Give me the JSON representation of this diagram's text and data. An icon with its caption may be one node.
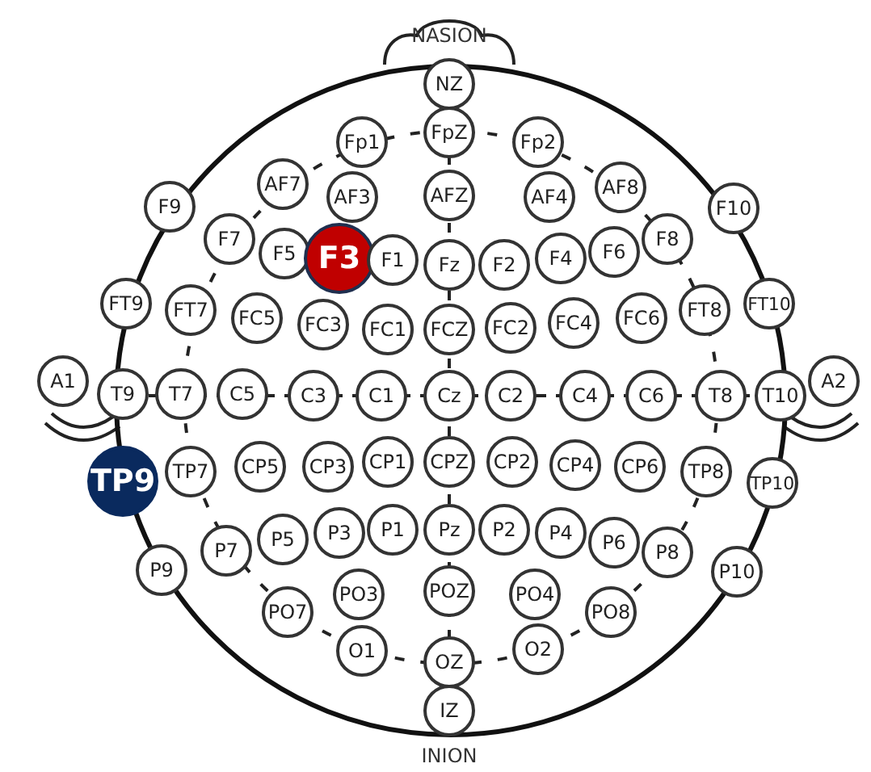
{
  "diagram": {
    "nodes": [
      {
        "text": [
          "NZ"
        ]
      },
      {
        "text": [
          "FpZ"
        ]
      },
      {
        "text": [
          "Fp1"
        ]
      },
      {
        "text": [
          "Fp2"
        ]
      },
      {
        "text": [
          "AF7"
        ]
      },
      {
        "text": [
          "AF3"
        ]
      },
      {
        "text": [
          "AFZ"
        ]
      },
      {
        "text": [
          "AF4"
        ]
      },
      {
        "text": [
          "AF8"
        ]
      },
      {
        "text": [
          "F9"
        ]
      },
      {
        "text": [
          "F10"
        ]
      },
      {
        "text": [
          "F7"
        ]
      },
      {
        "text": [
          "F5"
        ]
      },
      {
        "text": [
          "F3"
        ]
      },
      {
        "text": [
          "F1"
        ]
      },
      {
        "text": [
          "Fz"
        ]
      },
      {
        "text": [
          "F2"
        ]
      },
      {
        "text": [
          "F4"
        ]
      },
      {
        "text": [
          "F6"
        ]
      },
      {
        "text": [
          "F8"
        ]
      },
      {
        "text": [
          "FT9"
        ]
      },
      {
        "text": [
          "FT7"
        ]
      },
      {
        "text": [
          "FC5"
        ]
      },
      {
        "text": [
          "FC3"
        ]
      },
      {
        "text": [
          "FC1"
        ]
      },
      {
        "text": [
          "FCZ"
        ]
      },
      {
        "text": [
          "FC2"
        ]
      },
      {
        "text": [
          "FC4"
        ]
      },
      {
        "text": [
          "FC6"
        ]
      },
      {
        "text": [
          "FT8"
        ]
      },
      {
        "text": [
          "FT10"
        ]
      },
      {
        "text": [
          "A1"
        ]
      },
      {
        "text": [
          "T9"
        ]
      },
      {
        "text": [
          "T7"
        ]
      },
      {
        "text": [
          "C5"
        ]
      },
      {
        "text": [
          "C3"
        ]
      },
      {
        "text": [
          "C1"
        ]
      },
      {
        "text": [
          "Cz"
        ]
      },
      {
        "text": [
          "C2"
        ]
      },
      {
        "text": [
          "C4"
        ]
      },
      {
        "text": [
          "C6"
        ]
      },
      {
        "text": [
          "T8"
        ]
      },
      {
        "text": [
          "T10"
        ]
      },
      {
        "text": [
          "A2"
        ]
      },
      {
        "text": [
          "TP9"
        ]
      },
      {
        "text": [
          "TP7"
        ]
      },
      {
        "text": [
          "CP5"
        ]
      },
      {
        "text": [
          "CP3"
        ]
      },
      {
        "text": [
          "CP1"
        ]
      },
      {
        "text": [
          "CPZ"
        ]
      },
      {
        "text": [
          "CP2"
        ]
      },
      {
        "text": [
          "CP4"
        ]
      },
      {
        "text": [
          "CP6"
        ]
      },
      {
        "text": [
          "TP8"
        ]
      },
      {
        "text": [
          "TP10"
        ]
      },
      {
        "text": [
          "P9"
        ]
      },
      {
        "text": [
          "P7"
        ]
      },
      {
        "text": [
          "P5"
        ]
      },
      {
        "text": [
          "P3"
        ]
      },
      {
        "text": [
          "P1"
        ]
      },
      {
        "text": [
          "Pz"
        ]
      },
      {
        "text": [
          "P2"
        ]
      },
      {
        "text": [
          "P4"
        ]
      },
      {
        "text": [
          "P6"
        ]
      },
      {
        "text": [
          "P8"
        ]
      },
      {
        "text": [
          "P10"
        ]
      },
      {
        "text": [
          "PO7"
        ]
      },
      {
        "text": [
          "PO3"
        ]
      },
      {
        "text": [
          "POZ"
        ]
      },
      {
        "text": [
          "PO4"
        ]
      },
      {
        "text": [
          "PO8"
        ]
      },
      {
        "text": [
          "O1"
        ]
      },
      {
        "text": [
          "OZ"
        ]
      },
      {
        "text": [
          "O2"
        ]
      },
      {
        "text": [
          "IZ"
        ]
      }
    ],
    "labels": [
      "NASION",
      "INION"
    ]
  }
}
